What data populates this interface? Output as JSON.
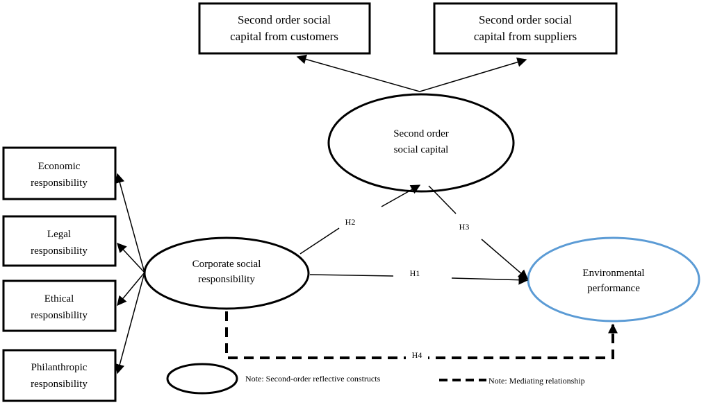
{
  "boxes": {
    "customers": {
      "line1": "Second order social",
      "line2": "capital from customers"
    },
    "suppliers": {
      "line1": "Second order social",
      "line2": "capital from suppliers"
    },
    "economic": {
      "line1": "Economic",
      "line2": "responsibility"
    },
    "legal": {
      "line1": "Legal",
      "line2": "responsibility"
    },
    "ethical": {
      "line1": "Ethical",
      "line2": "responsibility"
    },
    "philanthropic": {
      "line1": "Philanthropic",
      "line2": "responsibility"
    }
  },
  "ellipses": {
    "social_capital": {
      "line1": "Second order",
      "line2": "social capital"
    },
    "csr": {
      "line1": "Corporate social",
      "line2": "responsibility"
    },
    "environmental": {
      "line1": "Environmental",
      "line2": "performance"
    }
  },
  "hypotheses": {
    "h1": "H1",
    "h2": "H2",
    "h3": "H3",
    "h4": "H4"
  },
  "legend": {
    "reflective": "Note: Second-order reflective constructs",
    "mediating": "Note: Mediating relationship"
  },
  "colors": {
    "environmental_stroke": "#5b9bd5",
    "line": "#000000"
  }
}
